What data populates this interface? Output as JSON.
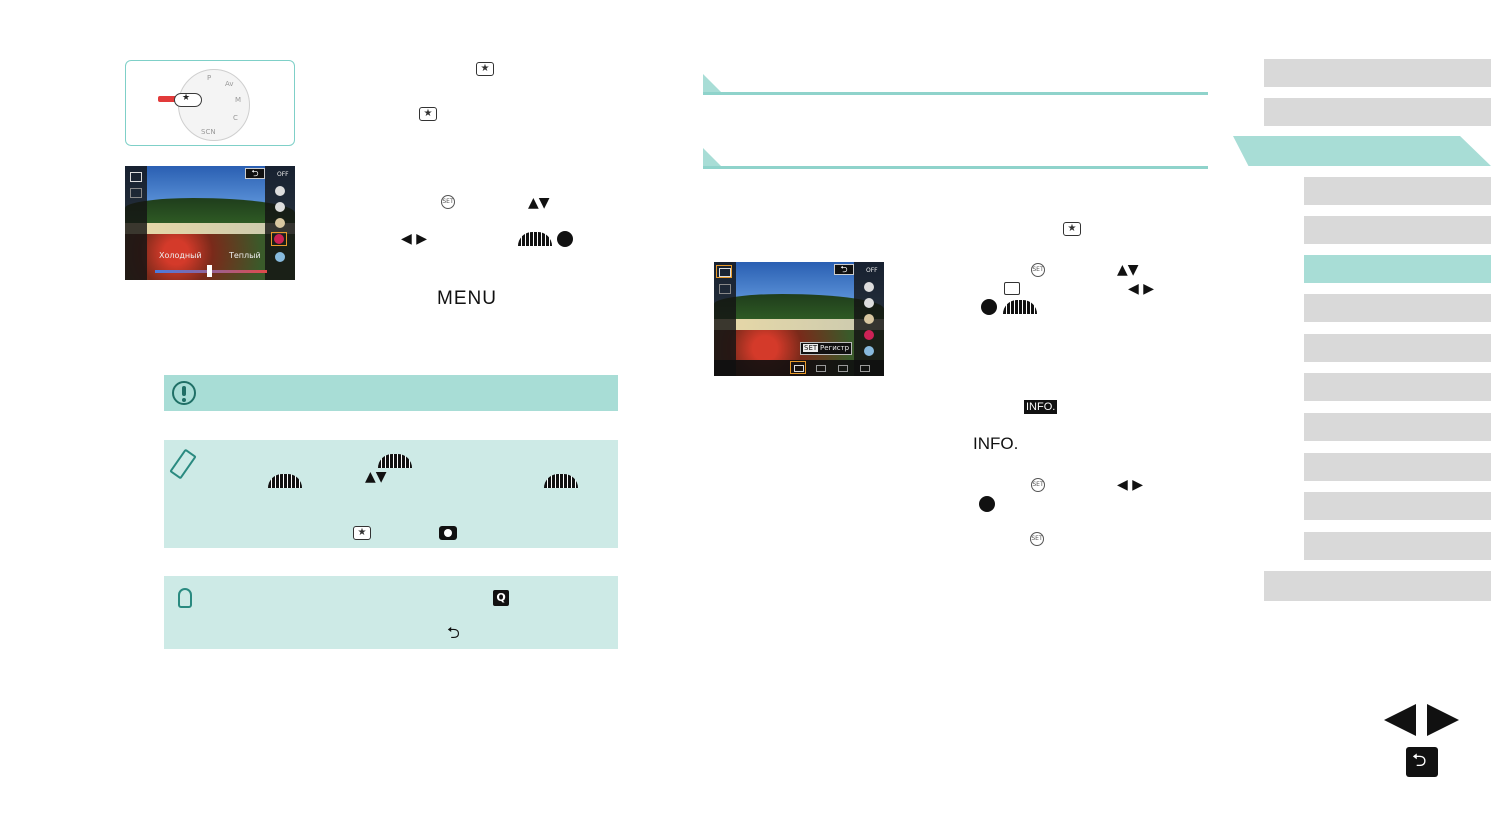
{
  "left_column": {
    "screen1": {
      "left_label": "Холодный",
      "right_label": "Теплый",
      "off_label": "OFF",
      "back_glyph": "⮌"
    },
    "step_menu_key": "MENU"
  },
  "right_column": {
    "screen2": {
      "set_label": "SET",
      "register_label": "Регистр",
      "off_label": "OFF",
      "back_glyph": "⮌"
    },
    "info_key_boxed": "INFO.",
    "info_key": "INFO."
  },
  "icons": {
    "caution": "caution-icon",
    "pencil": "pencil-icon",
    "touch": "touch-icon",
    "q_key": "Q",
    "back_key": "⮌",
    "star_mode": "★"
  },
  "colors": {
    "accent": "#a8ddd6",
    "note_bg": "#cdeae6",
    "nav_bg": "#d9d9d9",
    "dial_border": "#7fd0c8"
  },
  "navigation": {
    "selected_index": 5
  }
}
